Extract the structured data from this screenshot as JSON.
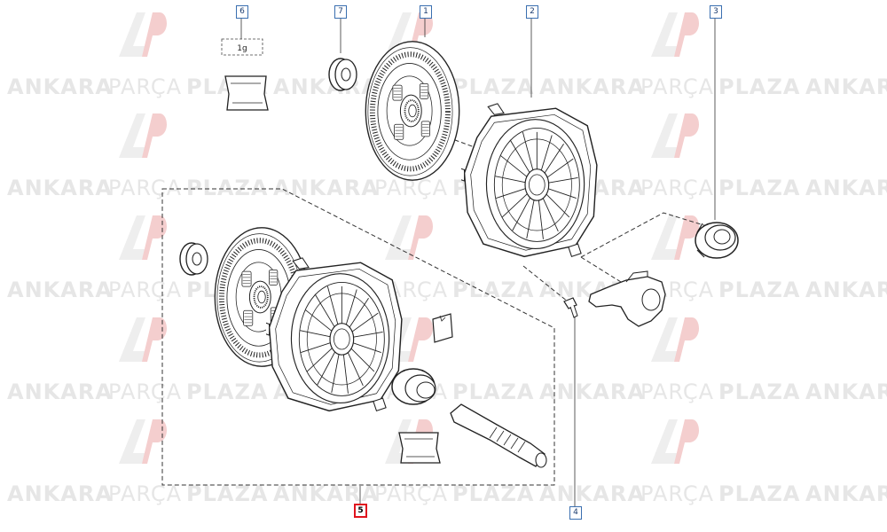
{
  "watermark": {
    "part1": "ANKARA",
    "part2": "PARÇA",
    "part3": "PLAZA",
    "logo_letters": "AP",
    "color": "#e6e6e6",
    "accent": "#f3c9c9"
  },
  "callouts": [
    {
      "id": "c1",
      "label": "1"
    },
    {
      "id": "c2",
      "label": "2"
    },
    {
      "id": "c3",
      "label": "3"
    },
    {
      "id": "c4",
      "label": "4"
    },
    {
      "id": "c5",
      "label": "5",
      "selected": true
    },
    {
      "id": "c6",
      "label": "6"
    },
    {
      "id": "c7",
      "label": "7"
    }
  ],
  "grease_label": "1g",
  "colors": {
    "line": "#222222",
    "callout_border": "#3a6fb0",
    "selected_border": "#e0141e"
  },
  "icons": {
    "watermark_logo": "ap-logo-icon",
    "clutch_disc": "clutch-disc-icon",
    "pressure_plate": "pressure-plate-icon",
    "release_bearing": "release-bearing-icon",
    "bolt": "bolt-icon",
    "washer": "washer-icon",
    "grease_sachet": "grease-sachet-icon",
    "alignment_tool": "alignment-shaft-icon",
    "release_fork": "release-fork-icon"
  }
}
